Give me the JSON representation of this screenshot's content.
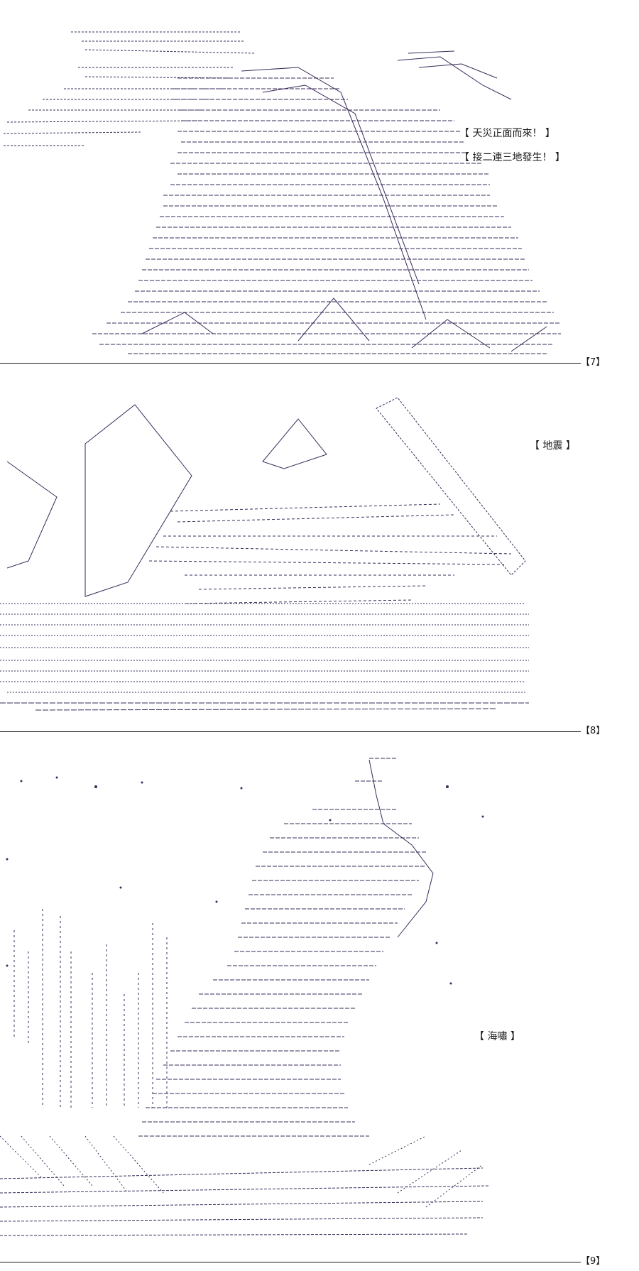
{
  "panels": [
    {
      "captions": [
        "【 天災正面而來！ 】",
        "【 接二連三地發生！ 】"
      ],
      "page_number": "【7】"
    },
    {
      "captions": [
        "【 地震 】"
      ],
      "page_number": "【8】"
    },
    {
      "captions": [
        "【 海嘯 】"
      ],
      "page_number": "【9】"
    }
  ],
  "colors": {
    "ink": "#2a1a44",
    "rule": "#1a1a1a",
    "background": "#ffffff"
  }
}
